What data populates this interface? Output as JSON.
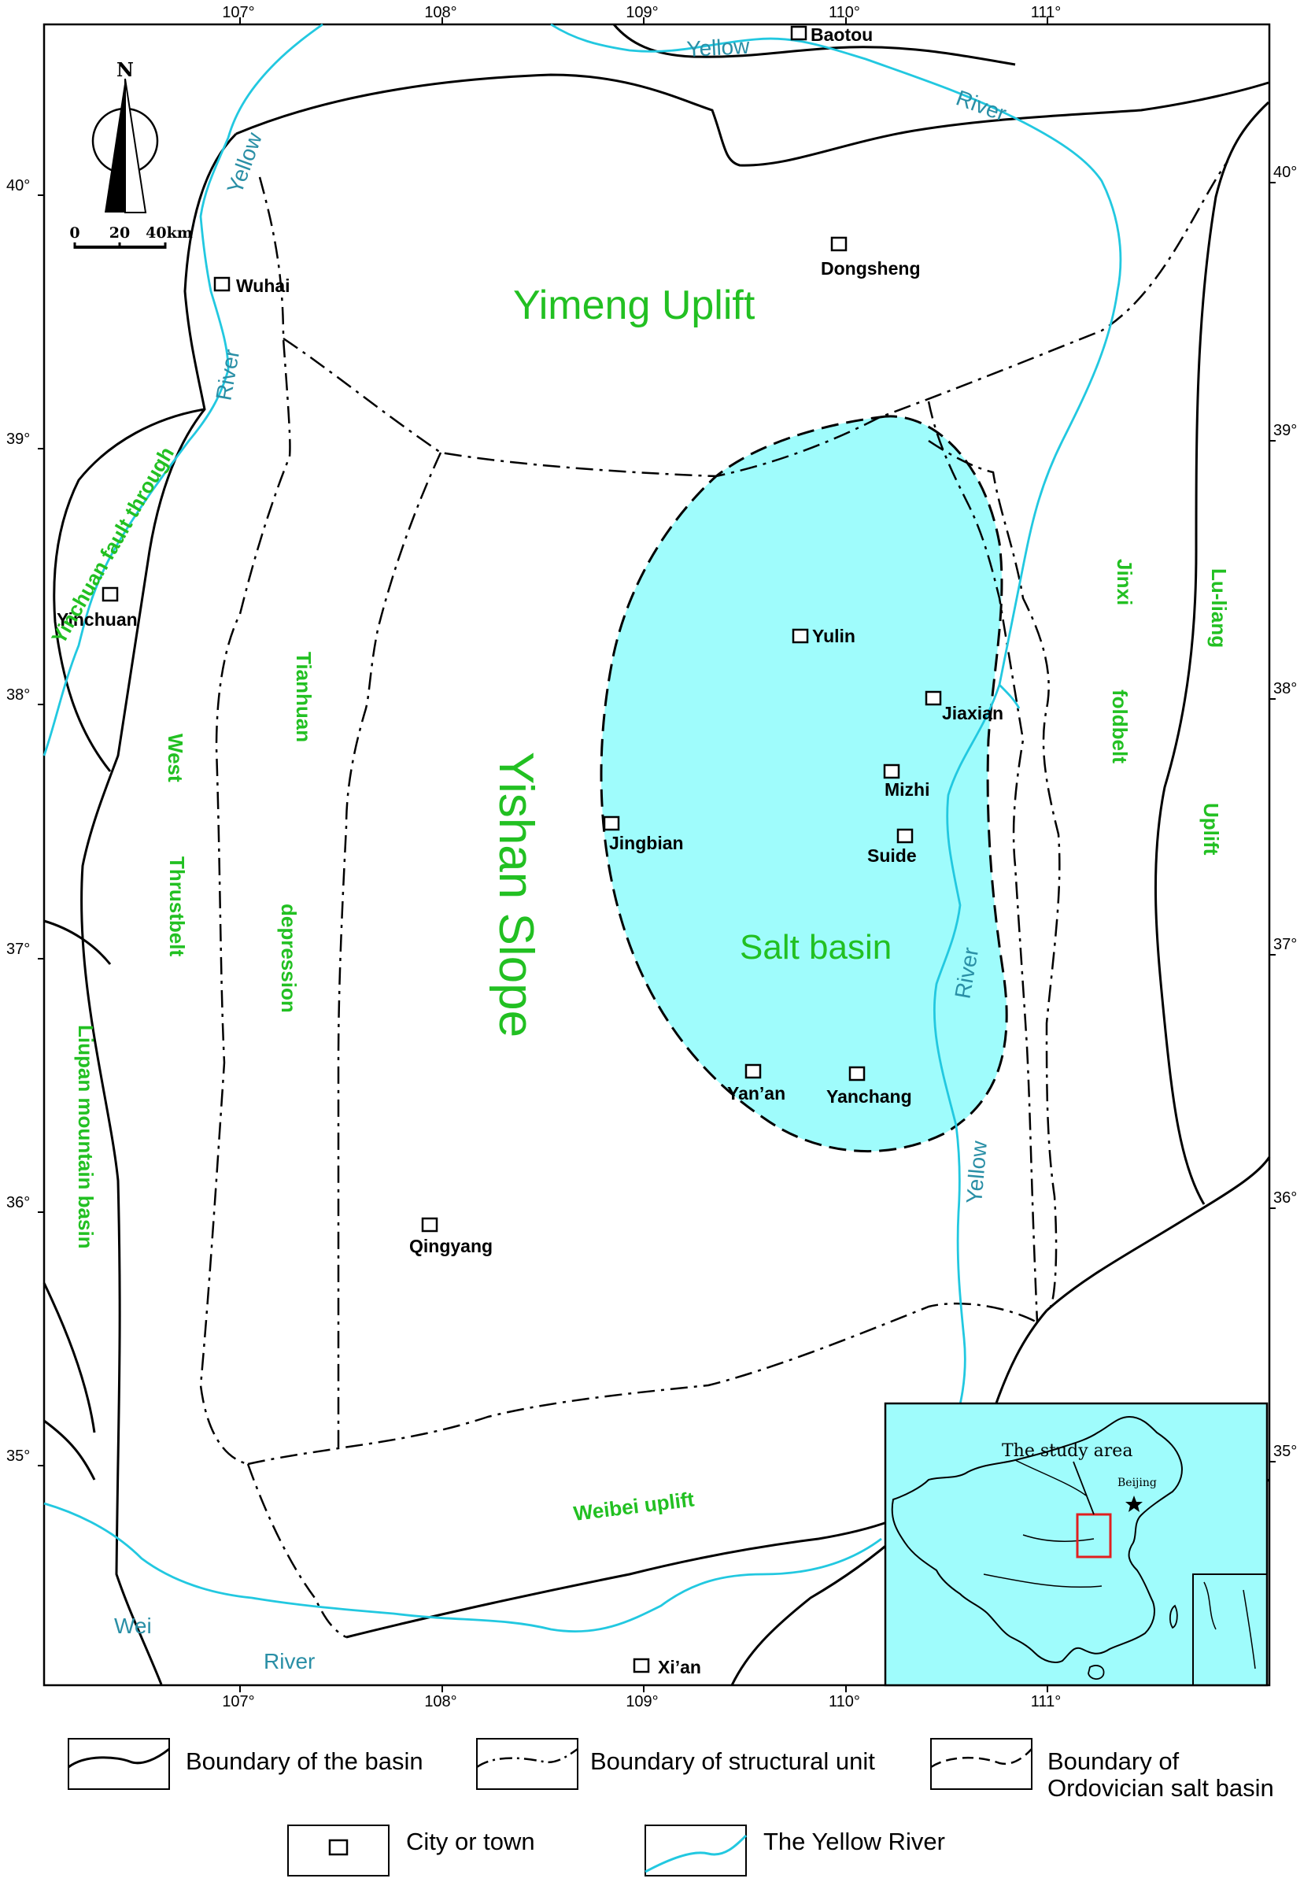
{
  "coordinates": {
    "longitudes": [
      "107°",
      "108°",
      "109°",
      "110°",
      "111°"
    ],
    "latitudes": [
      "40°",
      "39°",
      "38°",
      "37°",
      "36°",
      "35°"
    ]
  },
  "compass": {
    "north_label": "N"
  },
  "scale_bar": {
    "labels": [
      "0",
      "20",
      "40km"
    ]
  },
  "cities": {
    "baotou": "Baotou",
    "dongsheng": "Dongsheng",
    "wuhai": "Wuhai",
    "yinchuan": "Yinchuan",
    "yulin": "Yulin",
    "jiaxian": "Jiaxian",
    "mizhi": "Mizhi",
    "jingbian": "Jingbian",
    "suide": "Suide",
    "yanan": "Yan’an",
    "yanchang": "Yanchang",
    "qingyang": "Qingyang",
    "xian": "Xi’an"
  },
  "regions": {
    "yimeng": "Yimeng Uplift",
    "yishan": "Yishan Slope",
    "salt_basin": "Salt basin",
    "tianhuan_1": "Tianhuan",
    "tianhuan_2": "depression",
    "west_1": "West",
    "west_2": "Thrustbelt",
    "liupan": "Liupan mountain basin",
    "yinchuan_fault": "Yinchuan fault through",
    "jinxi_1": "Jinxi",
    "jinxi_2": "foldbelt",
    "luliang_1": "Lu-liang",
    "luliang_2": "Uplift",
    "weibei": "Weibei uplift"
  },
  "rivers": {
    "yellow_1": "Yellow",
    "river_1": "River",
    "yellow_2": "Yellow",
    "river_2": "River",
    "river_3": "River",
    "yellow_3": "Yellow",
    "wei": "Wei",
    "river_4": "River"
  },
  "inset": {
    "study_area": "The study area",
    "beijing": "Beijing"
  },
  "legend": {
    "basin_boundary": "Boundary of the basin",
    "unit_boundary": "Boundary of structural unit",
    "salt_boundary_1": "Boundary of",
    "salt_boundary_2": "Ordovician salt basin",
    "city": "City or town",
    "yellow_river": "The Yellow River"
  },
  "colors": {
    "salt_basin_fill": "#9ffcfc",
    "river": "#22c8e0",
    "region_text": "#22c022",
    "river_text": "#2a8fa6",
    "inset_fill": "#9ffcfc",
    "study_box": "#e02020"
  }
}
